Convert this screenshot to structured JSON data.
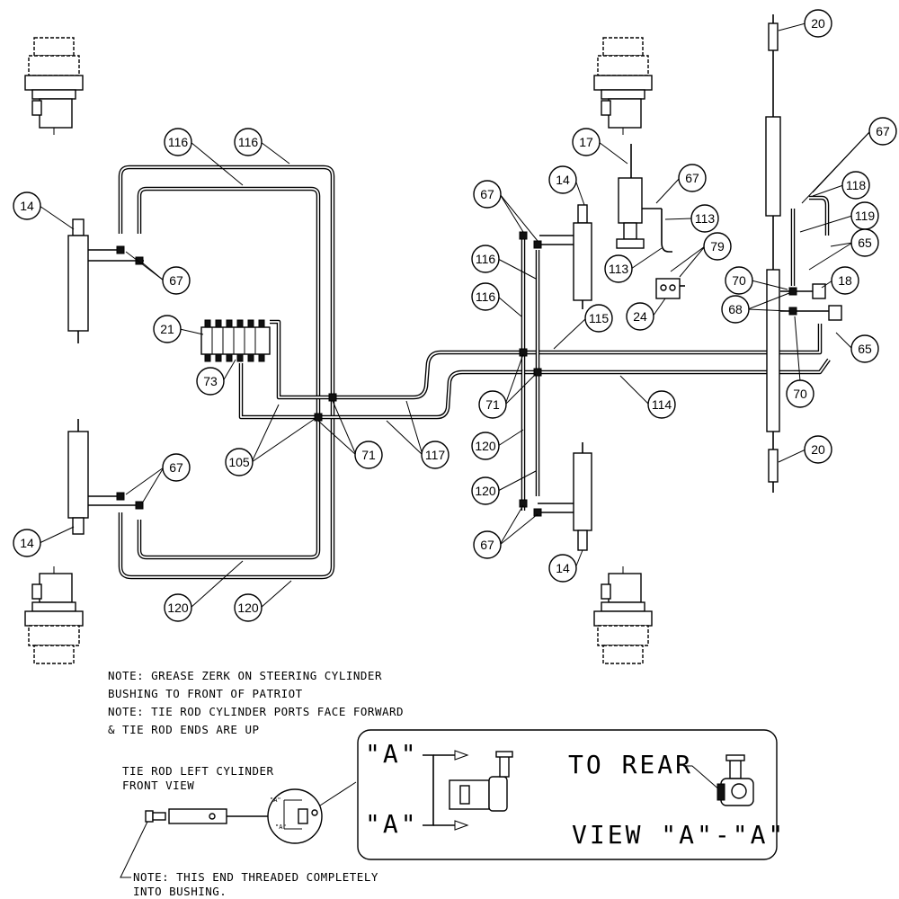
{
  "callouts": {
    "c14a": "14",
    "c67a": "67",
    "c116a": "116",
    "c116b": "116",
    "c21": "21",
    "c73": "73",
    "c105": "105",
    "c71a": "71",
    "c117": "117",
    "c67b": "67",
    "c14b": "14",
    "c120a": "120",
    "c120b": "120",
    "c17": "17",
    "c67c": "67",
    "c113a": "113",
    "c113b": "113",
    "c79": "79",
    "c24": "24",
    "c14c": "14",
    "c67d": "67",
    "c116c": "116",
    "c116d": "116",
    "c115": "115",
    "c71b": "71",
    "c114": "114",
    "c120c": "120",
    "c120d": "120",
    "c67e": "67",
    "c14d": "14",
    "c20a": "20",
    "c67f": "67",
    "c118": "118",
    "c119": "119",
    "c65a": "65",
    "c70a": "70",
    "c18": "18",
    "c68": "68",
    "c65b": "65",
    "c70b": "70",
    "c20b": "20"
  },
  "notes": {
    "line1": "NOTE: GREASE ZERK ON STEERING CYLINDER",
    "line2": "BUSHING TO FRONT OF PATRIOT",
    "line3": "NOTE: TIE ROD CYLINDER PORTS FACE FORWARD",
    "line4": "& TIE ROD ENDS ARE UP"
  },
  "tie_rod": {
    "title1": "TIE ROD LEFT CYLINDER",
    "title2": "FRONT VIEW",
    "small_a1": "\"A\"",
    "small_a2": "\"A\"",
    "bottom_note1": "NOTE: THIS END THREADED COMPLETELY",
    "bottom_note2": "INTO BUSHING."
  },
  "detail": {
    "a_top": "\"A\"",
    "a_bottom": "\"A\"",
    "to_rear": "TO REAR",
    "view": "VIEW \"A\"-\"A\""
  }
}
